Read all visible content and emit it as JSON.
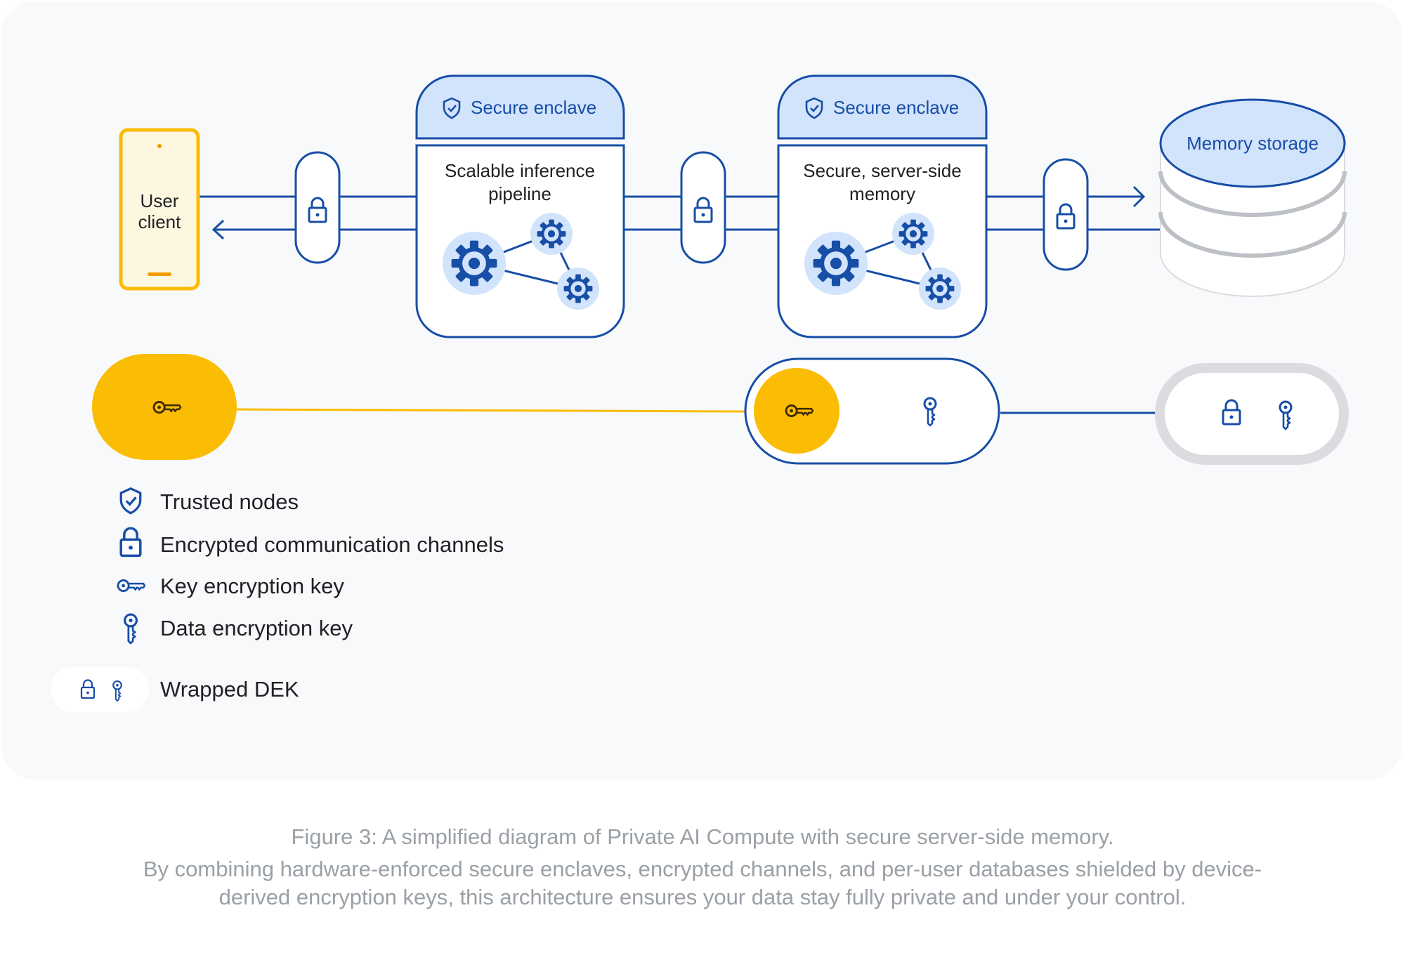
{
  "diagram": {
    "user_client": [
      "User",
      "client"
    ],
    "enclave_1": {
      "header": "Secure enclave",
      "body": [
        "Scalable inference",
        "pipeline"
      ]
    },
    "enclave_2": {
      "header": "Secure enclave",
      "body": [
        "Secure, server-side",
        "memory"
      ]
    },
    "memory_storage": "Memory storage"
  },
  "legend": {
    "trusted_nodes": "Trusted nodes",
    "encrypted_channels": "Encrypted communication channels",
    "kek": "Key encryption key",
    "dek": "Data encryption key",
    "wrapped_dek": "Wrapped DEK"
  },
  "caption": {
    "title": "Figure 3: A simplified diagram of Private AI Compute with secure server-side memory.",
    "body": "By combining hardware-enforced secure enclaves, encrypted channels, and per-user databases shielded by device-derived encryption keys, this architecture ensures your data stay fully private and under your control."
  },
  "colors": {
    "primary_blue": "#174ea6",
    "light_blue": "#d2e3fc",
    "yellow": "#fbbc04",
    "panel_bg": "#f8f9fa",
    "caption_gray": "#9aa0a6"
  }
}
